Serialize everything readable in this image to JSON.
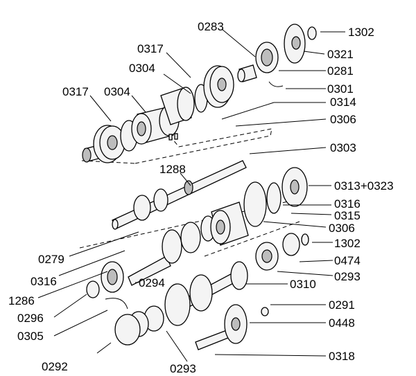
{
  "diagram": {
    "labels": {
      "l1302a": "1302",
      "l0283": "0283",
      "l0321": "0321",
      "l0317a": "0317",
      "l0281": "0281",
      "l0304a": "0304",
      "l0301": "0301",
      "l0317b": "0317",
      "l0304b": "0304",
      "l0314": "0314",
      "l0306a": "0306",
      "l0303": "0303",
      "l1288": "1288",
      "l0313": "0313+0323",
      "l0316a": "0316",
      "l0315": "0315",
      "l0306b": "0306",
      "l1302b": "1302",
      "l0279": "0279",
      "l0474": "0474",
      "l0316b": "0316",
      "l0294": "0294",
      "l0293a": "0293",
      "l0310": "0310",
      "l1286": "1286",
      "l0296": "0296",
      "l0291": "0291",
      "l0305": "0305",
      "l0448": "0448",
      "l0318": "0318",
      "l0292": "0292",
      "l0293b": "0293"
    }
  }
}
